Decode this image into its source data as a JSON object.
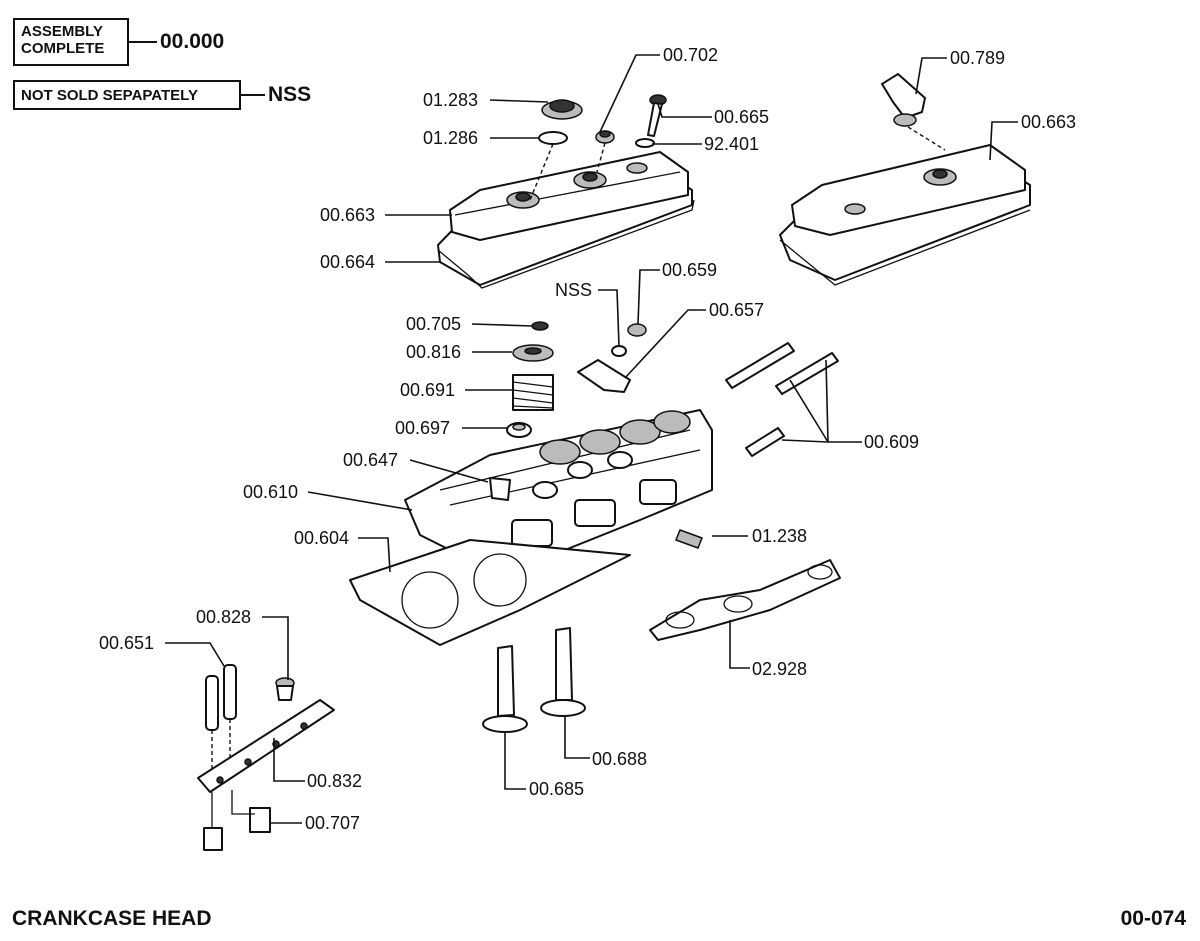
{
  "legend": {
    "assembly_label": "ASSEMBLY COMPLETE",
    "assembly_code": "00.000",
    "nss_label": "NOT SOLD SEPAPATELY",
    "nss_code": "NSS"
  },
  "parts": {
    "p00702": "00.702",
    "p01283": "01.283",
    "p00665": "00.665",
    "p01286": "01.286",
    "p92401": "92.401",
    "p00663a": "00.663",
    "p00664": "00.664",
    "p00789": "00.789",
    "p00663b": "00.663",
    "p00659": "00.659",
    "pnss": "NSS",
    "p00657": "00.657",
    "p00705": "00.705",
    "p00816": "00.816",
    "p00691": "00.691",
    "p00697": "00.697",
    "p00609": "00.609",
    "p00647": "00.647",
    "p00610": "00.610",
    "p01238": "01.238",
    "p00604": "00.604",
    "p02928": "02.928",
    "p00828": "00.828",
    "p00651": "00.651",
    "p00832": "00.832",
    "p00688": "00.688",
    "p00685": "00.685",
    "p00707": "00.707"
  },
  "footer": {
    "title": "CRANKCASE HEAD",
    "page_code": "00-074"
  }
}
